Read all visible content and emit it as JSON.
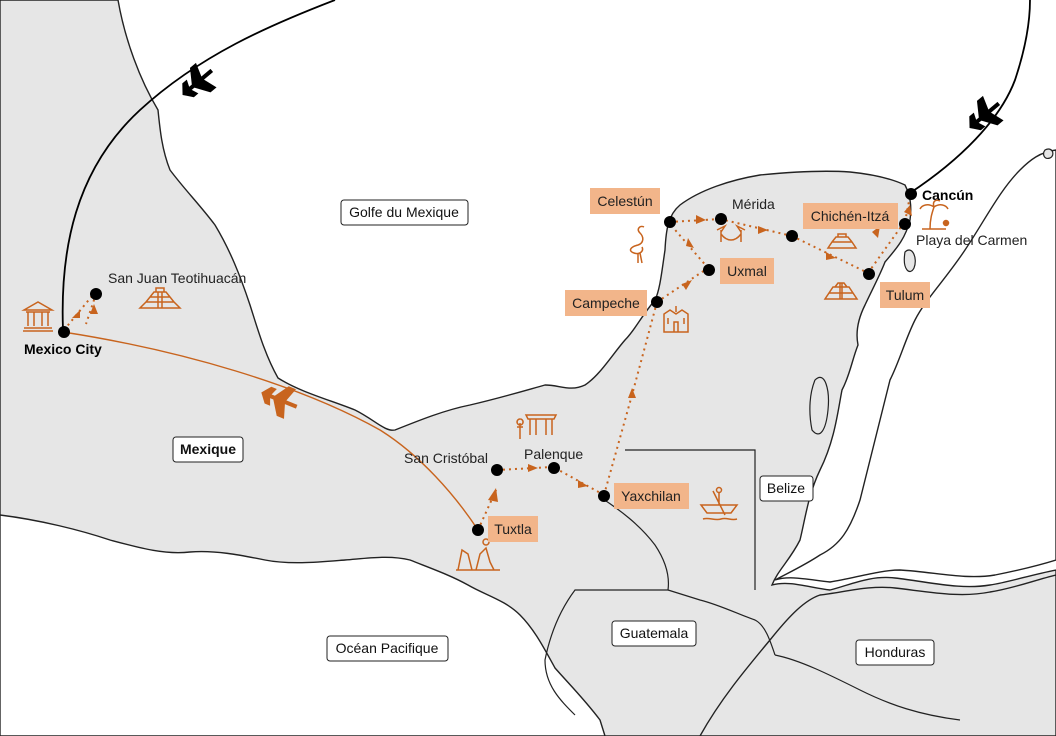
{
  "colors": {
    "land": "#e6e6e6",
    "sea": "#ffffff",
    "border": "#222222",
    "route": "#c8641e",
    "highlight": "#f2b58a",
    "dot": "#000000"
  },
  "regions": {
    "gulf": "Golfe du Mexique",
    "pacific": "Océan Pacifique",
    "mexico": "Mexique",
    "guatemala": "Guatemala",
    "belize": "Belize",
    "honduras": "Honduras"
  },
  "places": {
    "mexico_city": "Mexico City",
    "teotihuacan": "San Juan Teotihuacán",
    "tuxtla": "Tuxtla",
    "san_cristobal": "San Cristóbal",
    "palenque": "Palenque",
    "yaxchilan": "Yaxchilan",
    "campeche": "Campeche",
    "celestun": "Celestún",
    "uxmal": "Uxmal",
    "merida": "Mérida",
    "chichen_itza": "Chichén-Itzá",
    "tulum": "Tulum",
    "playa_del_carmen": "Playa del Carmen",
    "cancun": "Cancún"
  },
  "icons": [
    "plane-icon",
    "museum-icon",
    "pyramid-icon",
    "canyon-icon",
    "mayan-ruins-icon",
    "canoe-icon",
    "church-icon",
    "flamingo-icon",
    "hammock-icon",
    "beach-icon"
  ]
}
